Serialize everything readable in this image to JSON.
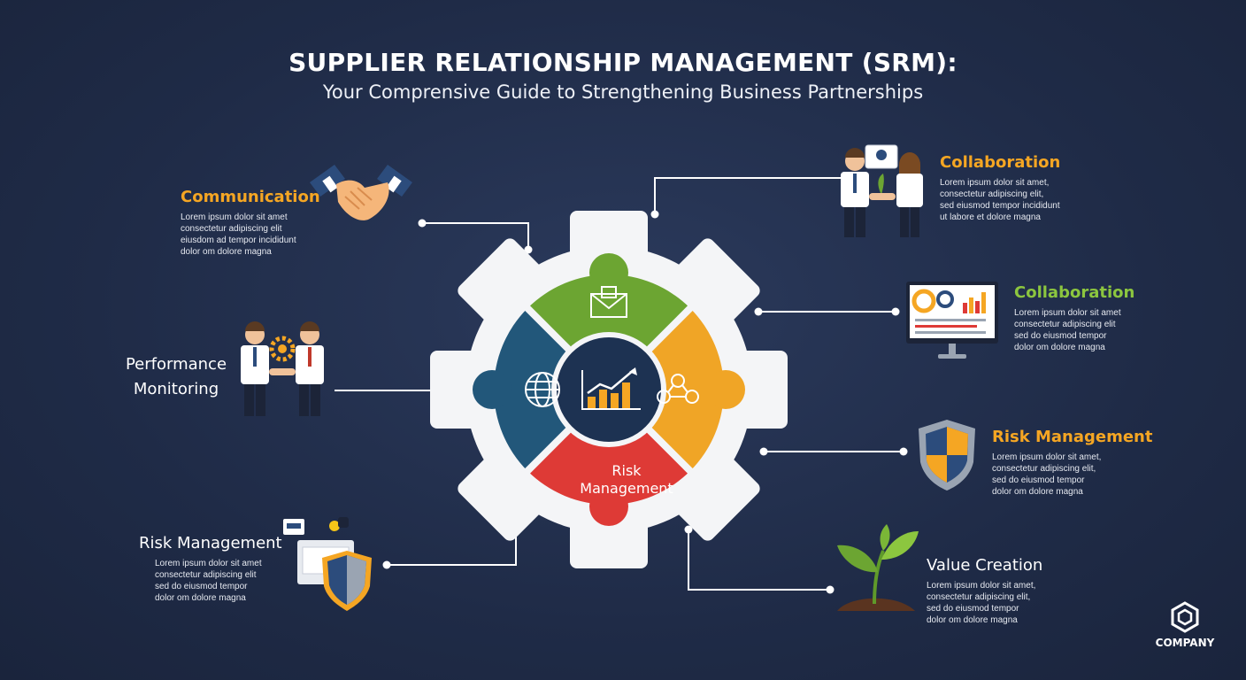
{
  "header": {
    "title": "SUPPLIER RELATIONSHIP MANAGEMENT (SRM):",
    "subtitle": "Your Comprensive Guide to Strengthening Business Partnerships"
  },
  "blocks": {
    "communication": {
      "heading": "Communication",
      "lines": [
        "Lorem ipsum dolor sit amet",
        "consectetur adipiscing elit",
        "eiusdom ad tempor incididunt",
        "dolor om dolore magna"
      ]
    },
    "performance": {
      "heading_lines": [
        "Performance",
        "Monitoring"
      ]
    },
    "risk_left": {
      "heading": "Risk Management",
      "lines": [
        "Lorem ipsum dolor sit amet",
        "consectetur adipiscing elit",
        "sed do eiusmod tempor",
        "dolor om dolore magna"
      ]
    },
    "collab_top": {
      "heading": "Collaboration",
      "lines": [
        "Lorem ipsum dolor sit amet,",
        "consectetur adipiscing elit,",
        "sed eiusmod tempor incididunt",
        "ut labore et dolore magna"
      ]
    },
    "collab_mid": {
      "heading": "Collaboration",
      "lines": [
        "Lorem ipsum dolor sit amet",
        "consectetur adipiscing elit",
        "sed do eiusmod tempor",
        "dolor om dolore magna"
      ]
    },
    "risk_right": {
      "heading": "Risk Management",
      "lines": [
        "Lorem ipsum dolor sit amet,",
        "consectetur adipiscing elit,",
        "sed do eiusmod tempor",
        "dolor om dolore magna"
      ]
    },
    "value": {
      "heading": "Value Creation",
      "lines": [
        "Lorem ipsum dolor sit amet,",
        "consectetur adipiscing elit,",
        "sed do eiusmod tempor",
        "dolor om dolore magna"
      ]
    }
  },
  "gear": {
    "bottom_segment_lines": [
      "Risk",
      "Management"
    ]
  },
  "logo": {
    "text": "COMPANY",
    "icon": "hexagon-logo-icon"
  },
  "colors": {
    "background": "#1f2b47",
    "orange": "#f5a623",
    "green": "#8cc63f",
    "segment_green": "#6ca532",
    "segment_orange": "#f0a526",
    "segment_red": "#de3a36",
    "segment_blue": "#22577a",
    "center": "#1d3252"
  }
}
